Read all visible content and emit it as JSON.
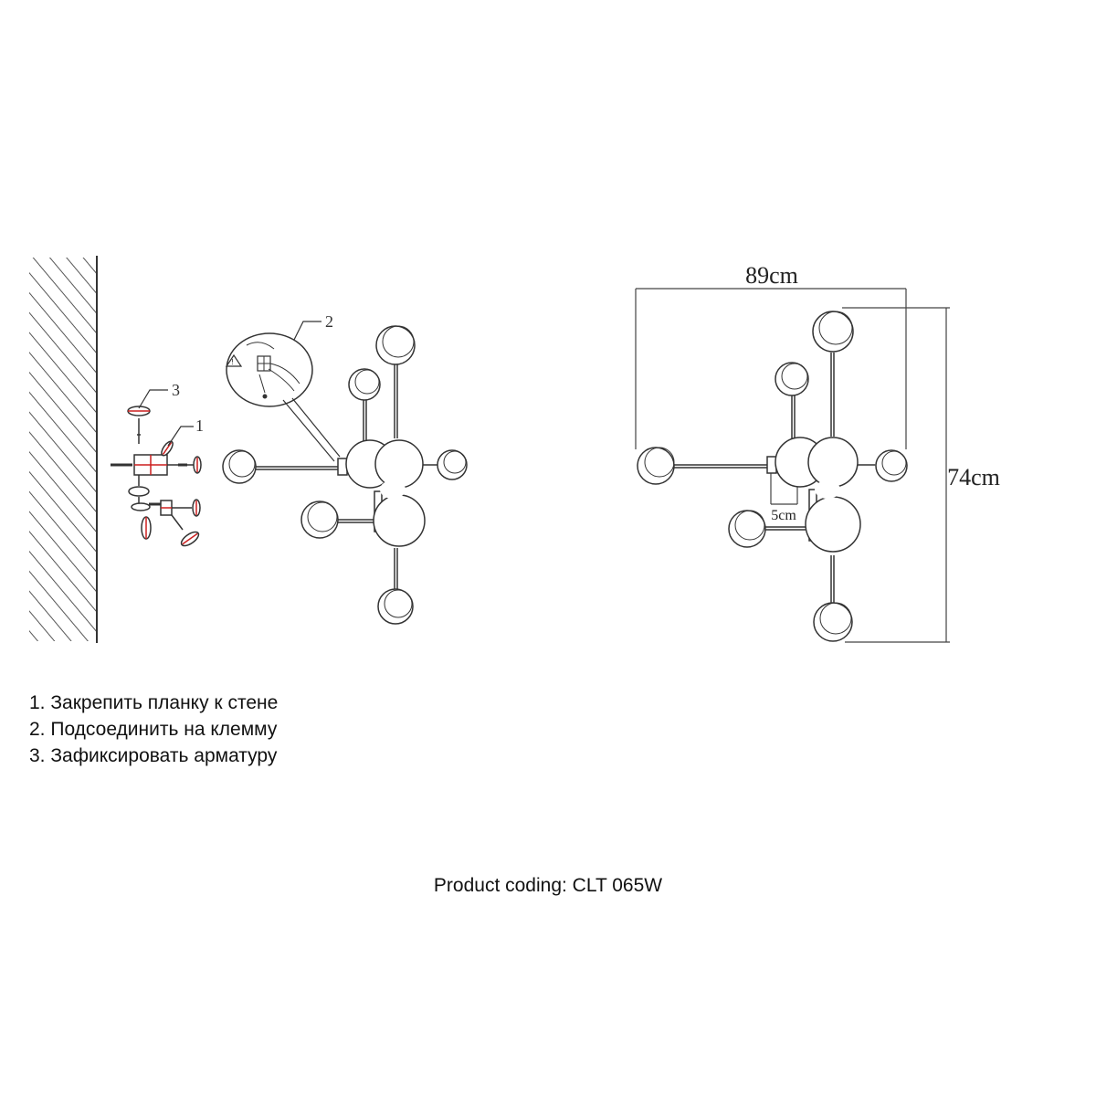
{
  "installation": {
    "callouts": {
      "bracket": "1",
      "terminal": "2",
      "fixture": "3"
    },
    "steps": [
      {
        "number": "1.",
        "text": "Закрепить планку к стене"
      },
      {
        "number": "2.",
        "text": "Подсоединить на клемму"
      },
      {
        "number": "3.",
        "text": "Зафиксировать арматуру"
      }
    ]
  },
  "dimensions": {
    "width": "89cm",
    "height": "74cm",
    "depth": "5cm"
  },
  "product": {
    "coding": "Product coding: CLT 065W"
  },
  "colors": {
    "line": "#333333",
    "accent": "#cc1f1f",
    "text": "#111111",
    "background": "#ffffff"
  }
}
